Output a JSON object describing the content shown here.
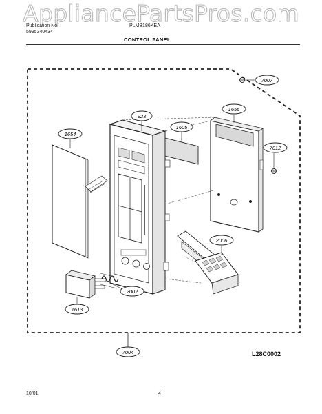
{
  "watermark": "AppliancePartsPros.com",
  "header": {
    "left_line1": "Publication No.",
    "left_line2": "5995340434",
    "center_line1": "PLMB186KEA",
    "section_title": "CONTROL PANEL"
  },
  "diagram_code": "L28C0002",
  "footer": {
    "date": "10/01",
    "page": "4"
  },
  "callouts": {
    "c7007": "7007",
    "c923": "923",
    "c1655": "1655",
    "c1605": "1605",
    "c1654": "1654",
    "c7012": "7012",
    "c2006": "2006",
    "c2002": "2002",
    "c1613": "1613",
    "c7004": "7004"
  }
}
